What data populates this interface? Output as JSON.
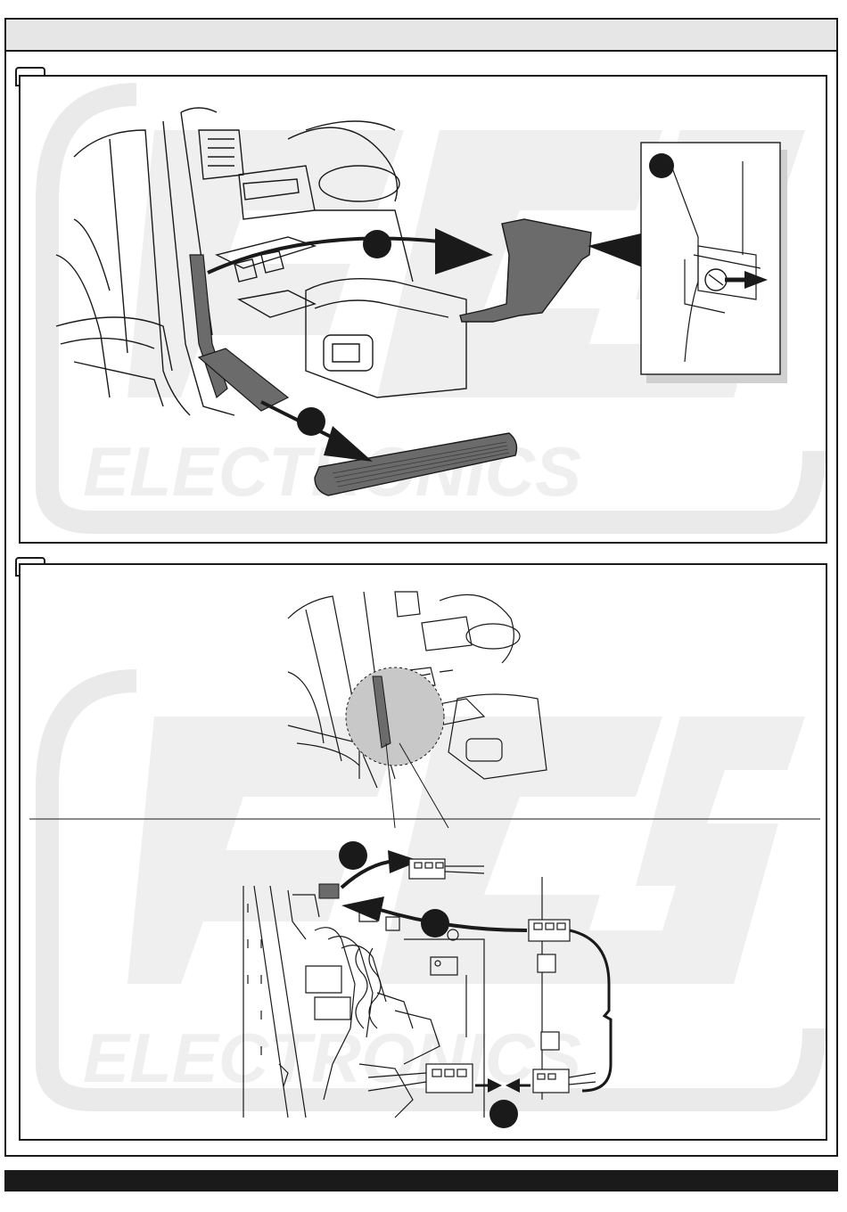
{
  "brand": {
    "watermark_word": "ELECTRONICS"
  },
  "colors": {
    "line": "#1a1a1a",
    "part_fill": "#6b6b6b",
    "watermark": "#efefef",
    "highlight_circle": "#c8c8c8"
  },
  "steps": [
    {
      "marker": "step-1-tab"
    },
    {
      "marker": "step-2-tab"
    }
  ],
  "icons": {
    "callout": "numbered-callout-circle",
    "arrow": "direction-arrow",
    "plug": "connector-plug"
  }
}
